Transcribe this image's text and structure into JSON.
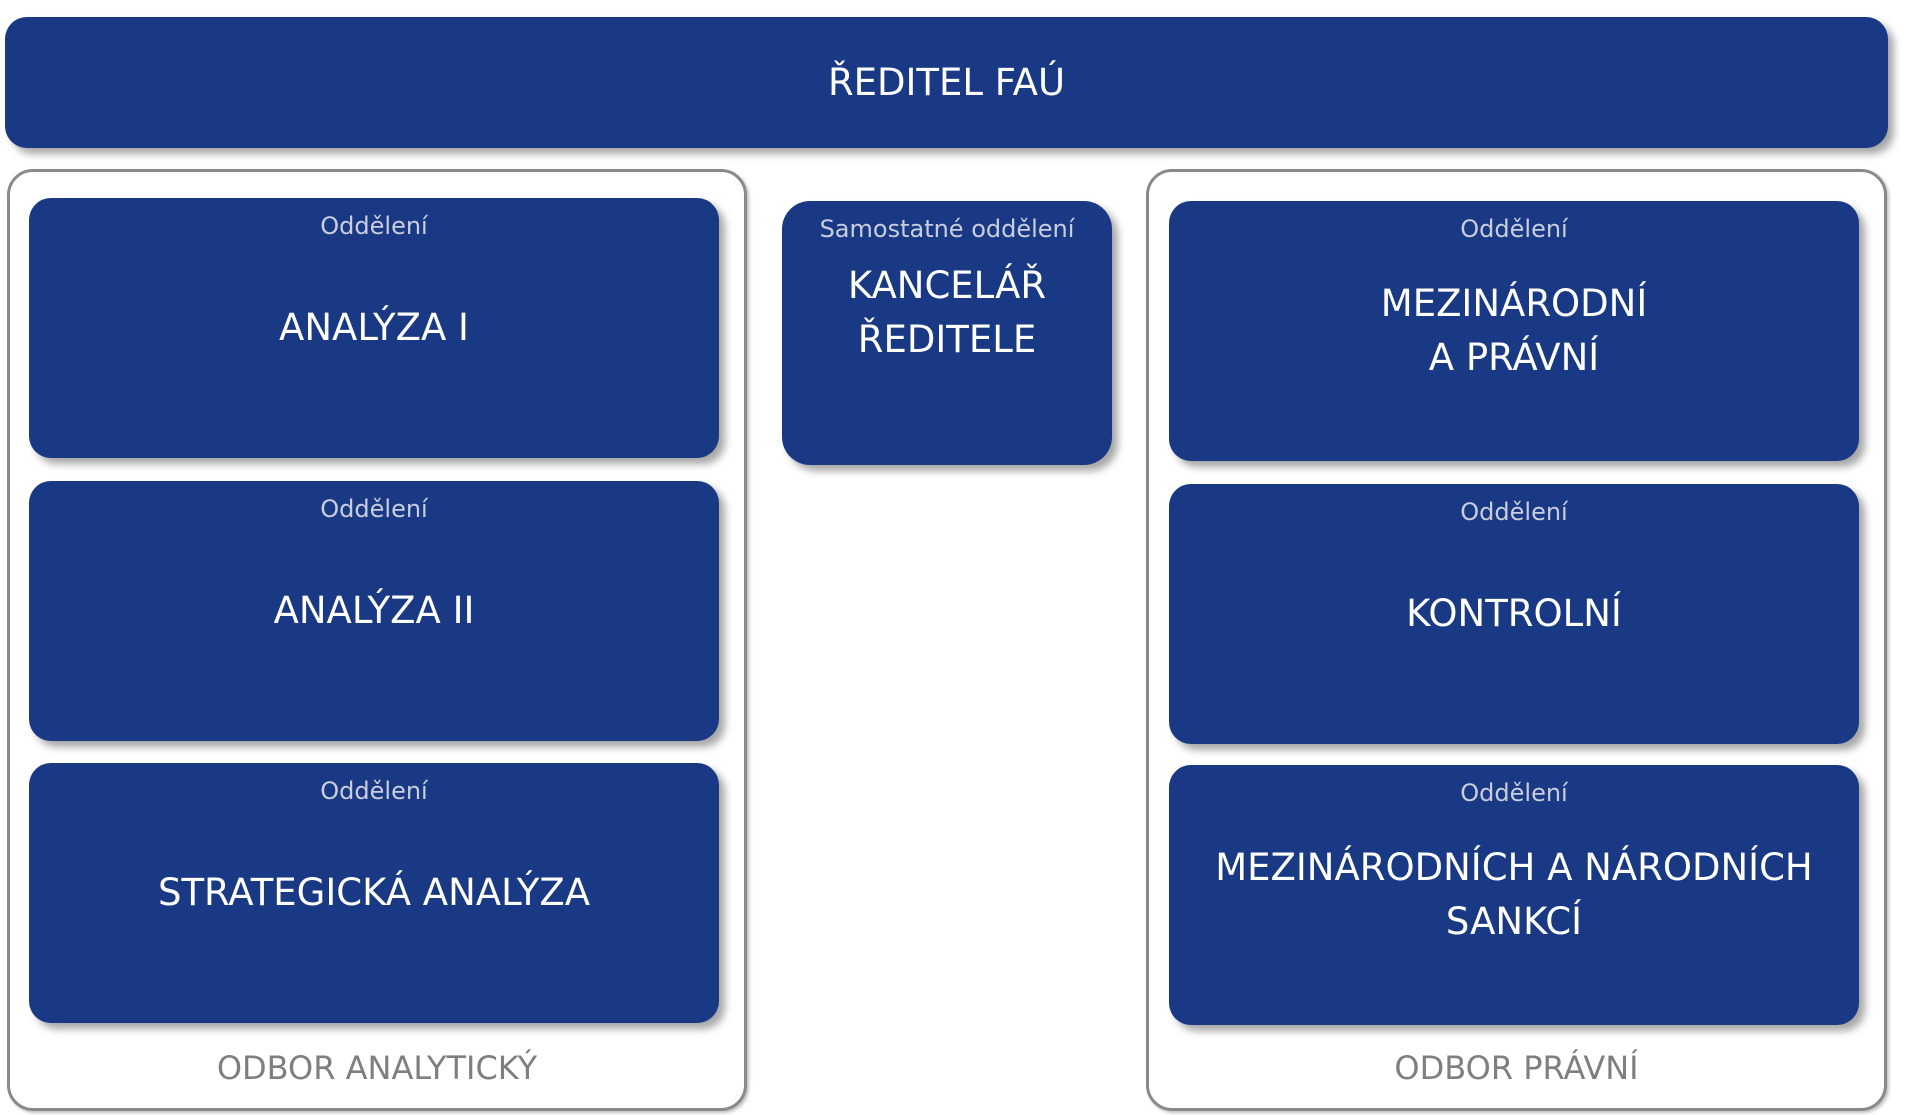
{
  "director": {
    "title": "ŘEDITEL FAÚ"
  },
  "groups": [
    {
      "label": "ODBOR ANALYTICKÝ",
      "units": [
        {
          "type": "Oddělení",
          "name": "ANALÝZA I"
        },
        {
          "type": "Oddělení",
          "name": "ANALÝZA II"
        },
        {
          "type": "Oddělení",
          "name": "STRATEGICKÁ ANALÝZA"
        }
      ]
    },
    {
      "label": "ODBOR PRÁVNÍ",
      "units": [
        {
          "type": "Oddělení",
          "name": "MEZINÁRODNÍ\nA PRÁVNÍ"
        },
        {
          "type": "Oddělení",
          "name": "KONTROLNÍ"
        },
        {
          "type": "Oddělení",
          "name": "MEZINÁRODNÍCH A NÁRODNÍCH\nSANKCÍ"
        }
      ]
    }
  ],
  "standalone": {
    "type": "Samostatné oddělení",
    "name": "KANCELÁŘ\nŘEDITELE"
  },
  "colors": {
    "box": "#1a3984",
    "group_border": "#8a8a8a",
    "group_label": "#7f7f7f"
  }
}
